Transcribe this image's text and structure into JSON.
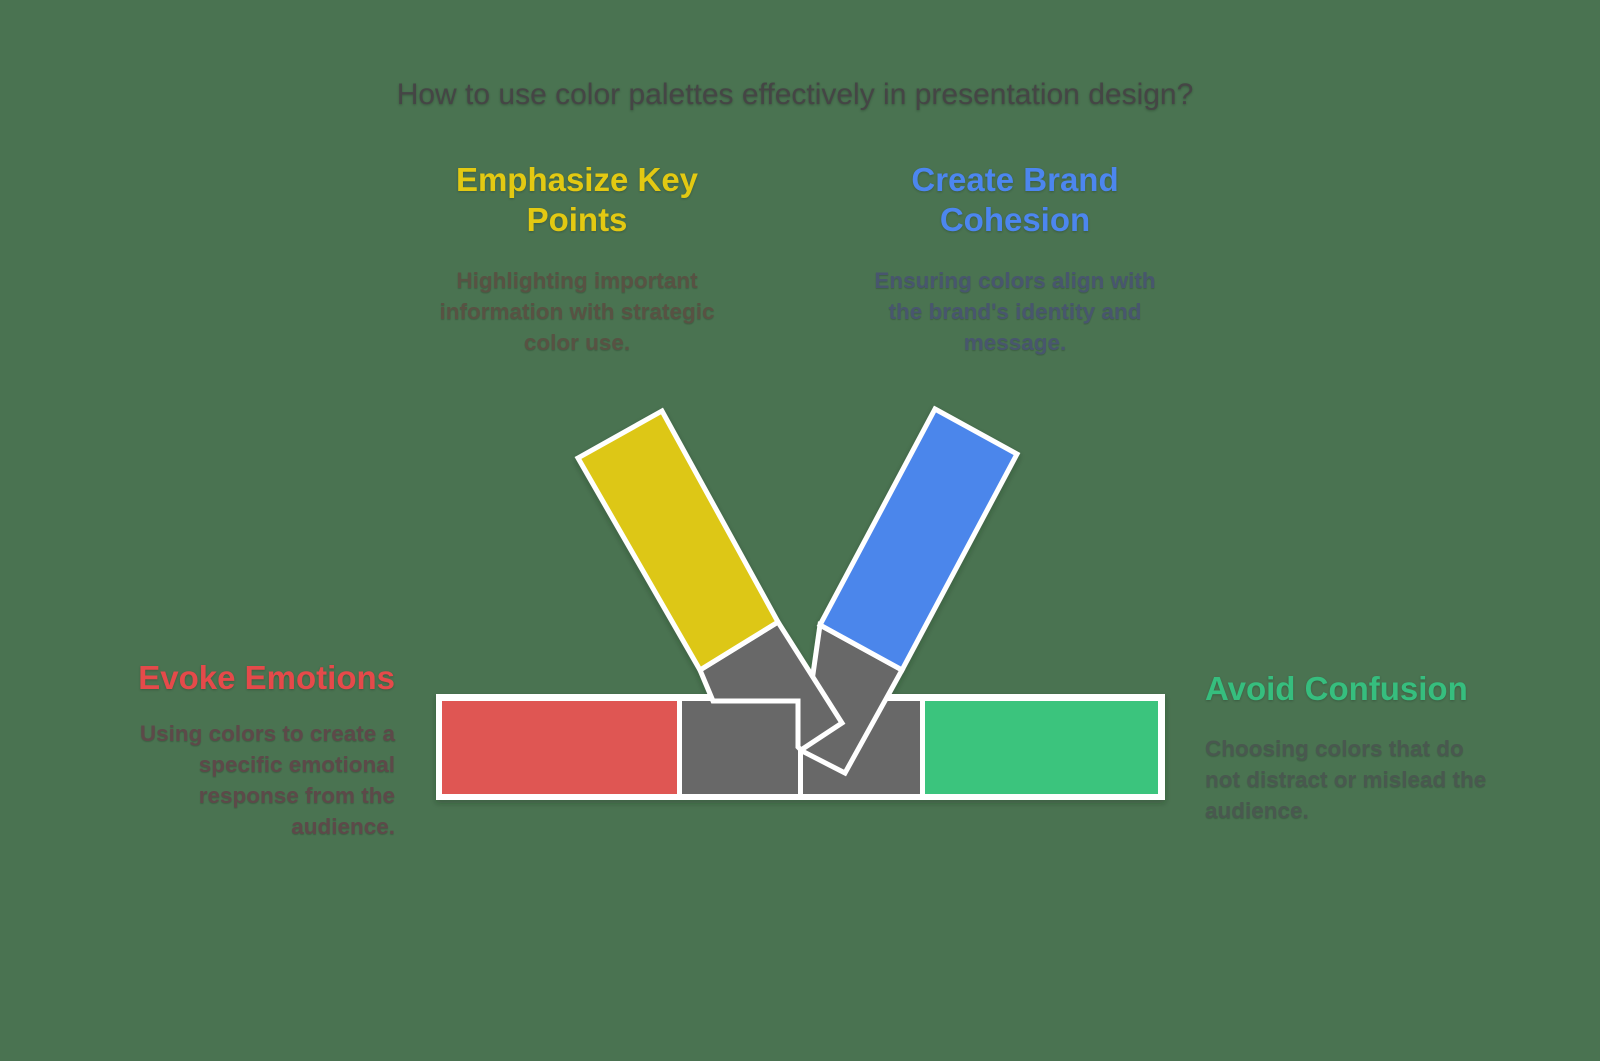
{
  "title": "How to use color palettes effectively in presentation design?",
  "sections": {
    "emphasize": {
      "heading": "Emphasize Key\nPoints",
      "description": "Highlighting important\ninformation with strategic\ncolor use.",
      "color": "#e3c912"
    },
    "brand": {
      "heading": "Create Brand\nCohesion",
      "description": "Ensuring colors align with\nthe brand's identity and\nmessage.",
      "color": "#4c86ef"
    },
    "emotions": {
      "heading": "Evoke Emotions",
      "description": "Using colors to create a\nspecific emotional\nresponse from the\naudience.",
      "color": "#e54a4a"
    },
    "confusion": {
      "heading": "Avoid Confusion",
      "description": "Choosing colors that do\nnot distract or mislead the\naudience.",
      "color": "#36be7e"
    }
  },
  "palette": {
    "background": "#4a7351",
    "marker_yellow": "#ddc713",
    "marker_blue": "#4c86eb",
    "marker_red": "#df5652",
    "marker_green": "#3bc47d",
    "marker_gray": "#676767",
    "outline_white": "#ffffff",
    "title_text": "#454545"
  }
}
